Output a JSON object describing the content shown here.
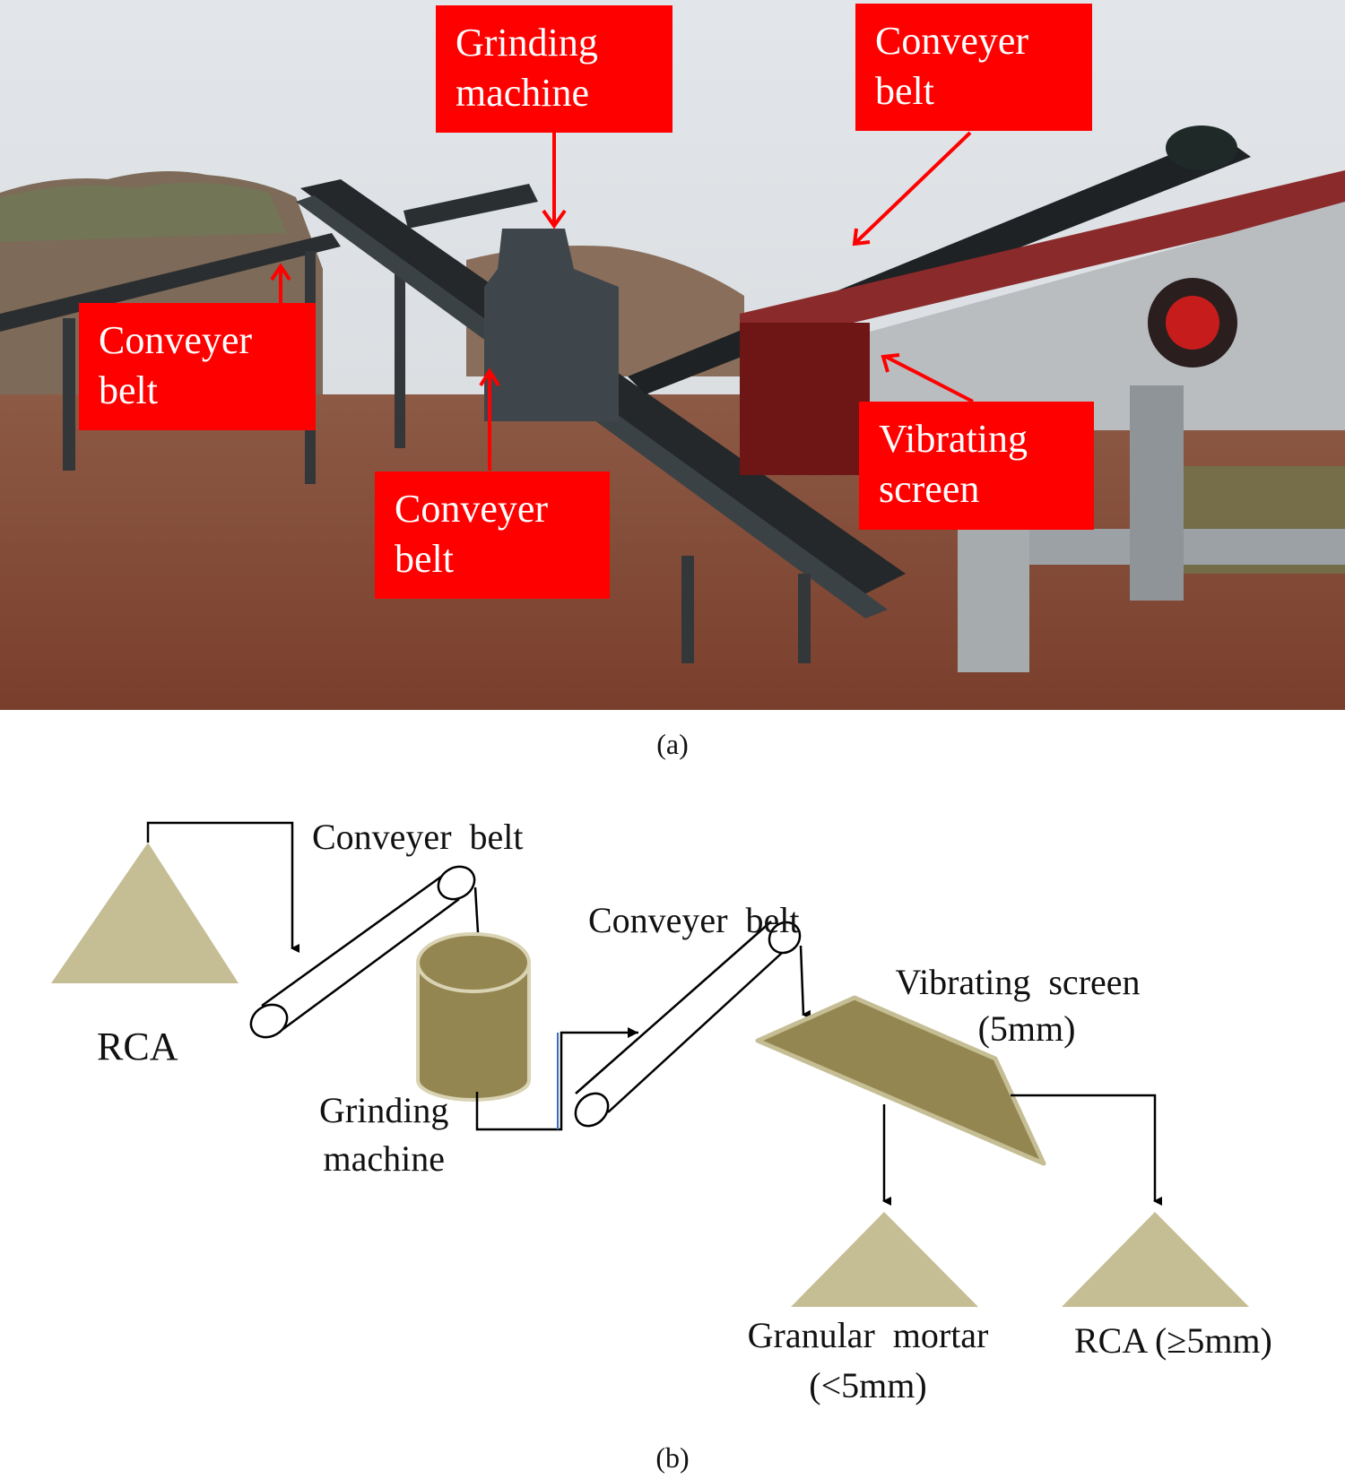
{
  "panel_a": {
    "caption": "(a)",
    "labels": [
      {
        "id": "grinding-machine",
        "lines": [
          "Grinding",
          "machine"
        ]
      },
      {
        "id": "conveyer-belt-top-right",
        "lines": [
          "Conveyer",
          "belt"
        ]
      },
      {
        "id": "conveyer-belt-left",
        "lines": [
          "Conveyer",
          "belt"
        ]
      },
      {
        "id": "conveyer-belt-middle",
        "lines": [
          "Conveyer",
          "belt"
        ]
      },
      {
        "id": "vibrating-screen",
        "lines": [
          "Vibrating",
          "screen"
        ]
      }
    ],
    "colors": {
      "label_bg": "#ff0000",
      "label_text": "#ffffff",
      "arrow": "#ff0000"
    }
  },
  "panel_b": {
    "caption": "(b)",
    "nodes": {
      "rca_input": "RCA",
      "conveyer_belt_1": "Conveyer  belt",
      "grinding_machine": [
        "Grinding",
        "machine"
      ],
      "conveyer_belt_2": "Conveyer  belt",
      "vibrating_screen": [
        "Vibrating  screen",
        "(5mm)"
      ],
      "granular_mortar": [
        "Granular  mortar",
        "(<5mm)"
      ],
      "rca_output": "RCA (≥5mm)"
    },
    "colors": {
      "pile": "#c5bd94",
      "machine": "#938650",
      "machine_edge": "#d9d3b4",
      "line": "#000000",
      "connector_blue": "#3a6fbf"
    }
  }
}
